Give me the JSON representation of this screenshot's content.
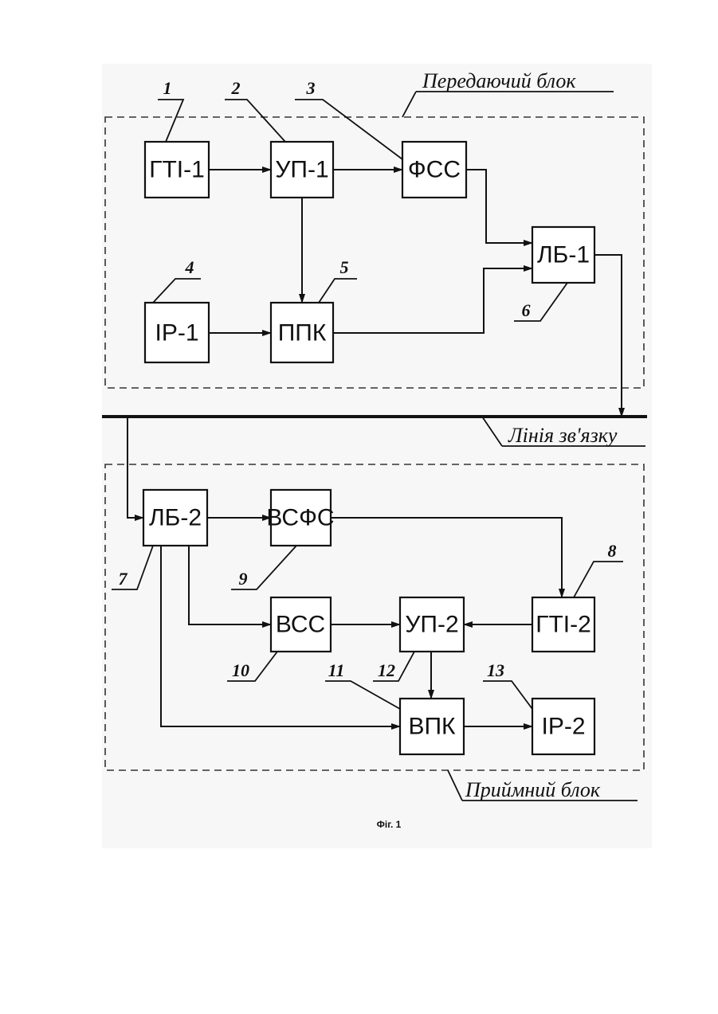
{
  "figure": {
    "caption": "Фіг. 1",
    "transmit_block_label": "Передаючий блок",
    "receive_block_label": "Приймний блок",
    "line_label": "Лінія зв'язку"
  },
  "blocks": {
    "gti1": {
      "label": "ГТІ-1",
      "number": "1"
    },
    "up1": {
      "label": "УП-1",
      "number": "2"
    },
    "fss": {
      "label": "ФСС",
      "number": "3"
    },
    "ir1": {
      "label": "ІР-1",
      "number": "4"
    },
    "ppk": {
      "label": "ППК",
      "number": "5"
    },
    "lb1": {
      "label": "ЛБ-1",
      "number": "6"
    },
    "lb2": {
      "label": "ЛБ-2",
      "number": "7"
    },
    "gti2": {
      "label": "ГТІ-2",
      "number": "8"
    },
    "vsfs": {
      "label": "ВСФС",
      "number": "9"
    },
    "vss": {
      "label": "ВСС",
      "number": "10"
    },
    "vpk": {
      "label": "ВПК",
      "number": "11"
    },
    "up2": {
      "label": "УП-2",
      "number": "12"
    },
    "ir2": {
      "label": "ІР-2",
      "number": "13"
    }
  }
}
